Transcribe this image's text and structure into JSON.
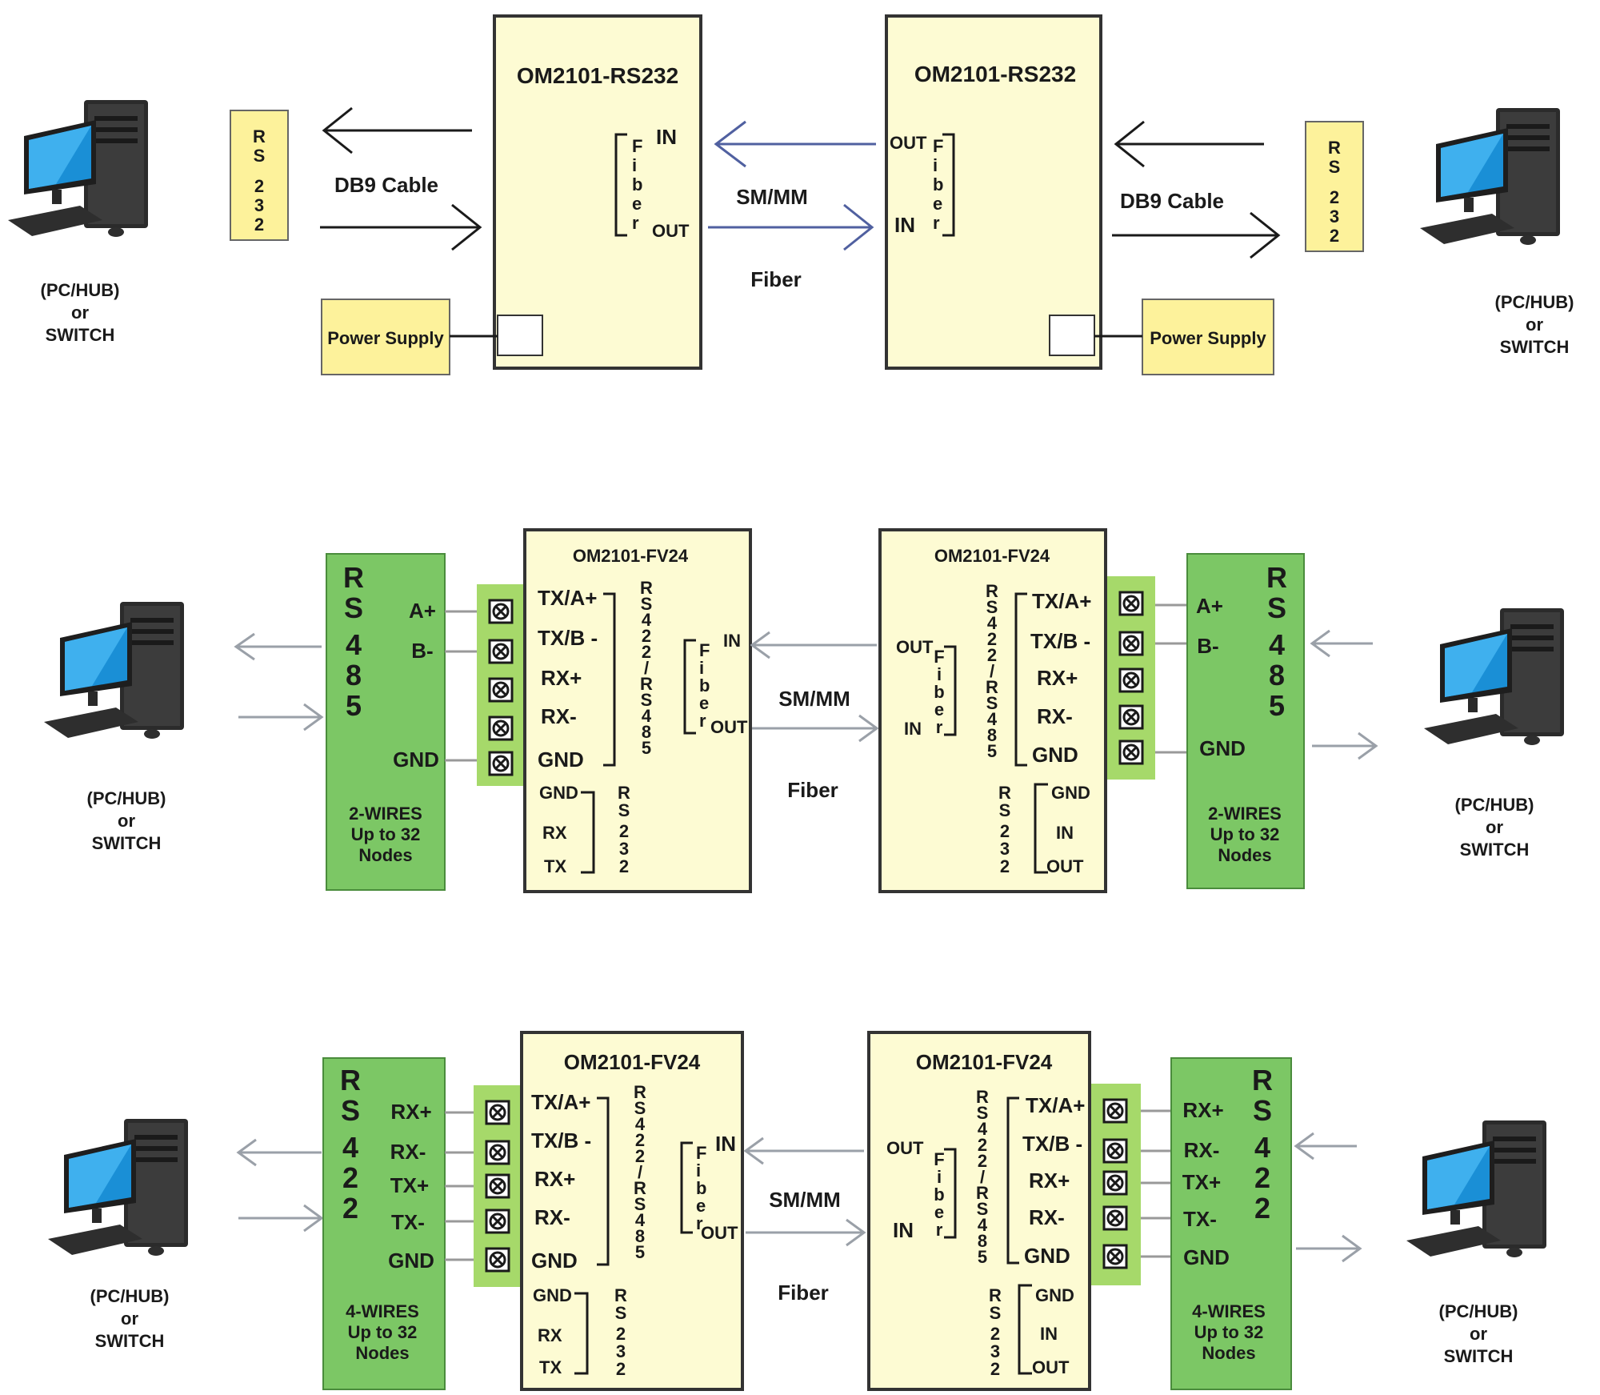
{
  "d1": {
    "left_device_title": "OM2101-RS232",
    "right_device_title": "OM2101-RS232",
    "rs232_label": [
      "R",
      "S",
      "2",
      "3",
      "2"
    ],
    "db9_cable": "DB9 Cable",
    "power_supply": "Power Supply",
    "fiber_in": "IN",
    "fiber_out": "OUT",
    "fiber_vertical": [
      "F",
      "i",
      "b",
      "e",
      "r"
    ],
    "sm_mm": "SM/MM",
    "fiber": "Fiber",
    "pc_line1": "(PC/HUB)",
    "pc_line2": "or",
    "pc_line3": "SWITCH"
  },
  "d2": {
    "device_title": "OM2101-FV24",
    "rs485_label": [
      "R",
      "S",
      "4",
      "8",
      "5"
    ],
    "ab_a": "A+",
    "ab_b": "B-",
    "gnd": "GND",
    "wires_line1": "2-WIRES",
    "wires_line2": "Up to 32",
    "wires_line3": "Nodes",
    "terminals": [
      "TX/A+",
      "TX/B -",
      "RX+",
      "RX-",
      "GND"
    ],
    "rs422_485_vertical": [
      "R",
      "S",
      "4",
      "2",
      "2",
      "/",
      "R",
      "S",
      "4",
      "8",
      "5"
    ],
    "rs232_pins": [
      "GND",
      "RX",
      "TX"
    ],
    "rs232_pins_right": [
      "GND",
      "IN",
      "OUT"
    ],
    "rs232_vertical": [
      "R",
      "S",
      "2",
      "3",
      "2"
    ],
    "fiber_in": "IN",
    "fiber_out": "OUT",
    "fiber_vertical": [
      "F",
      "i",
      "b",
      "e",
      "r"
    ],
    "sm_mm": "SM/MM",
    "fiber": "Fiber",
    "pc_line1": "(PC/HUB)",
    "pc_line2": "or",
    "pc_line3": "SWITCH"
  },
  "d3": {
    "device_title": "OM2101-FV24",
    "rs422_label": [
      "R",
      "S",
      "4",
      "2",
      "2"
    ],
    "signals": [
      "RX+",
      "RX-",
      "TX+",
      "TX-",
      "GND"
    ],
    "wires_line1": "4-WIRES",
    "wires_line2": "Up to 32",
    "wires_line3": "Nodes",
    "terminals": [
      "TX/A+",
      "TX/B -",
      "RX+",
      "RX-",
      "GND"
    ],
    "rs422_485_vertical": [
      "R",
      "S",
      "4",
      "2",
      "2",
      "/",
      "R",
      "S",
      "4",
      "8",
      "5"
    ],
    "rs232_pins": [
      "GND",
      "RX",
      "TX"
    ],
    "rs232_pins_right": [
      "GND",
      "IN",
      "OUT"
    ],
    "rs232_vertical": [
      "R",
      "S",
      "2",
      "3",
      "2"
    ],
    "fiber_in": "IN",
    "fiber_out": "OUT",
    "fiber_vertical": [
      "F",
      "i",
      "b",
      "e",
      "r"
    ],
    "sm_mm": "SM/MM",
    "fiber": "Fiber",
    "pc_line1": "(PC/HUB)",
    "pc_line2": "or",
    "pc_line3": "SWITCH"
  },
  "colors": {
    "device_fill": "#fdfbd3",
    "yellow_label": "#fdf29b",
    "green_panel": "#7cc765",
    "terminal_block": "#a6d96a"
  },
  "icons": [
    "pc-icon",
    "terminal-screw-icon",
    "arrow-icon"
  ]
}
